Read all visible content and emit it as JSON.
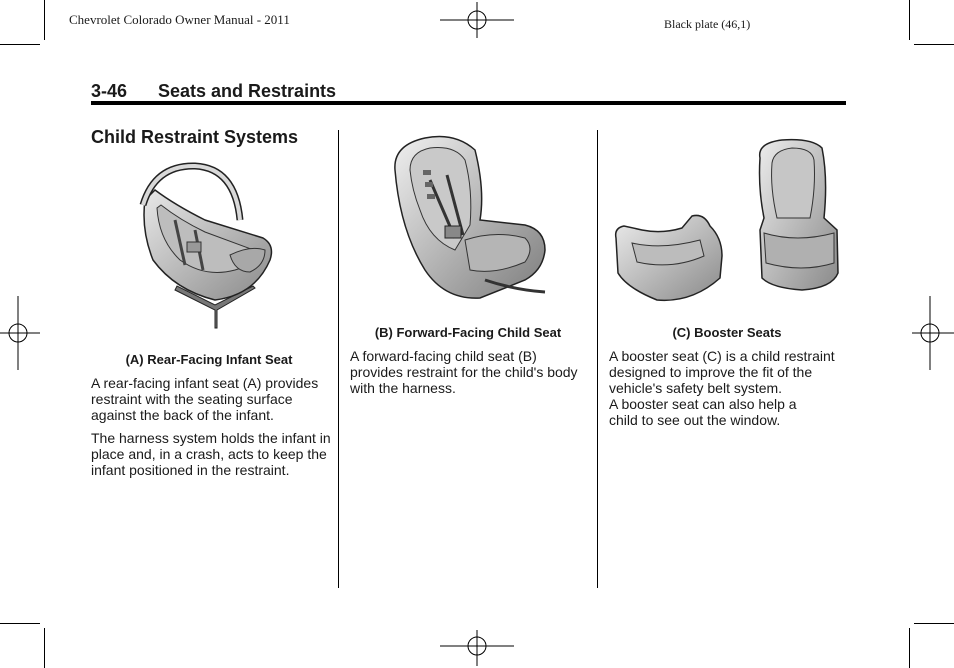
{
  "running_header": {
    "left": "Chevrolet Colorado Owner Manual - 2011",
    "right": "Black plate (46,1)"
  },
  "section": {
    "number": "3-46",
    "title": "Seats and Restraints"
  },
  "page_title": "Child Restraint Systems",
  "columns": [
    {
      "caption": "(A) Rear-Facing Infant Seat",
      "paragraphs": [
        "A rear-facing infant seat (A) provides restraint with the seating surface against the back of the infant.",
        "The harness system holds the infant in place and, in a crash, acts to keep the infant positioned in the restraint."
      ]
    },
    {
      "caption": "(B) Forward-Facing Child Seat",
      "paragraphs": [
        "A forward-facing child seat (B) provides restraint for the child's body with the harness."
      ]
    },
    {
      "caption": "(C) Booster Seats",
      "paragraphs": [
        "A booster seat (C) is a child restraint designed to improve the fit of the vehicle's safety belt system.",
        "A booster seat can also help a child to see out the window."
      ]
    }
  ]
}
